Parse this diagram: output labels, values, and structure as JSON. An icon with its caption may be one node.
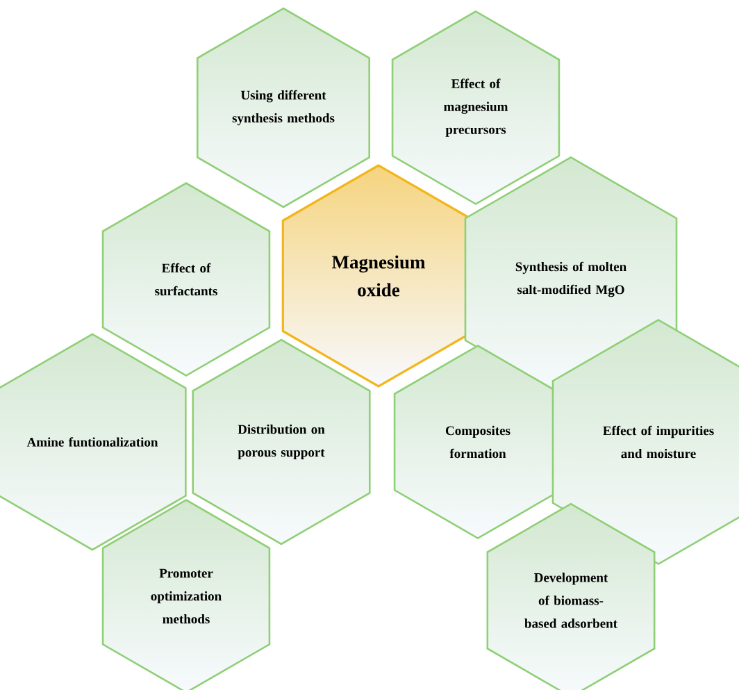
{
  "diagram": {
    "nodes": [
      {
        "text": [
          "Using different synthesis methods"
        ]
      },
      {
        "text": [
          "Effect of magnesium precursors"
        ]
      },
      {
        "text": [
          "Effect of surfactants"
        ]
      },
      {
        "text": [
          "Magnesium oxide"
        ]
      },
      {
        "text": [
          "Synthesis of molten salt-modified MgO"
        ]
      },
      {
        "text": [
          "Amine funtionalization"
        ]
      },
      {
        "text": [
          "Distribution on porous support"
        ]
      },
      {
        "text": [
          "Composites formation"
        ]
      },
      {
        "text": [
          "Effect of impurities and moisture"
        ]
      },
      {
        "text": [
          "Promoter optimization methods"
        ]
      },
      {
        "text": [
          "Development of biomass-based adsorbent"
        ]
      }
    ]
  }
}
